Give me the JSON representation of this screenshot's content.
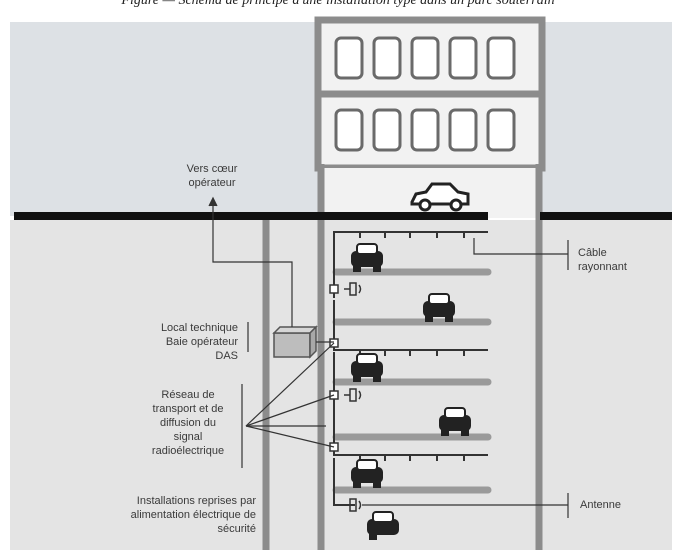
{
  "caption": "Figure — Schéma de principe d'une installation type dans un parc souterrain",
  "labels": {
    "vers_coeur_line1": "Vers cœur",
    "vers_coeur_line2": "opérateur",
    "cable_line1": "Câble",
    "cable_line2": "rayonnant",
    "local_line1": "Local technique",
    "local_line2": "Baie opérateur",
    "local_line3": "DAS",
    "reseau_line1": "Réseau de",
    "reseau_line2": "transport et de",
    "reseau_line3": "diffusion du",
    "reseau_line4": "signal",
    "reseau_line5": "radioélectrique",
    "install_line1": "Installations reprises par",
    "install_line2": "alimentation électrique de",
    "install_line3": "sécurité",
    "antenne": "Antenne"
  },
  "colors": {
    "sky": "#dde1e5",
    "ground": "#e4e4e4",
    "structure": "#8c8c8c",
    "slab": "#9a9a9a",
    "road": "#111111",
    "cable": "#333333",
    "text": "#3a3a3a"
  },
  "icons": [
    "car-icon",
    "antenna-icon",
    "window-icon",
    "equipment-box-icon"
  ]
}
